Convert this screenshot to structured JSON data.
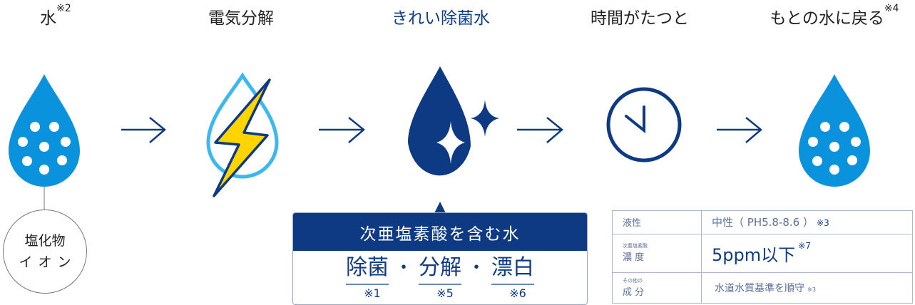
{
  "steps": [
    {
      "label": "水",
      "note": "※2"
    },
    {
      "label": "電気分解"
    },
    {
      "label": "きれい除菌水"
    },
    {
      "label": "時間がたつと"
    },
    {
      "label": "もとの水に戻る",
      "note": "※4"
    }
  ],
  "ion_label": {
    "line1": "塩化物",
    "line2": "イオン"
  },
  "callout": {
    "title": "次亜塩素酸を含む水",
    "effects": [
      {
        "label": "除菌",
        "note": "※1"
      },
      {
        "label": "分解",
        "note": "※5"
      },
      {
        "label": "漂白",
        "note": "※6"
      }
    ],
    "separator": "・"
  },
  "spec_table": {
    "rows": [
      {
        "small": "",
        "key": "液性",
        "value": "中性（ PH5.8-8.6 ）",
        "note": "※3"
      },
      {
        "small": "次亜塩素酸",
        "key": "濃 度",
        "value": "5ppm以下",
        "note": "※7"
      },
      {
        "small": "その他の",
        "key": "成 分",
        "value": "水道水質基準を順守",
        "note": "※3"
      }
    ]
  },
  "colors": {
    "light_blue": "#0a93dc",
    "navy": "#0d3a82",
    "sky": "#3cb8ee",
    "yellow": "#ffd400"
  }
}
